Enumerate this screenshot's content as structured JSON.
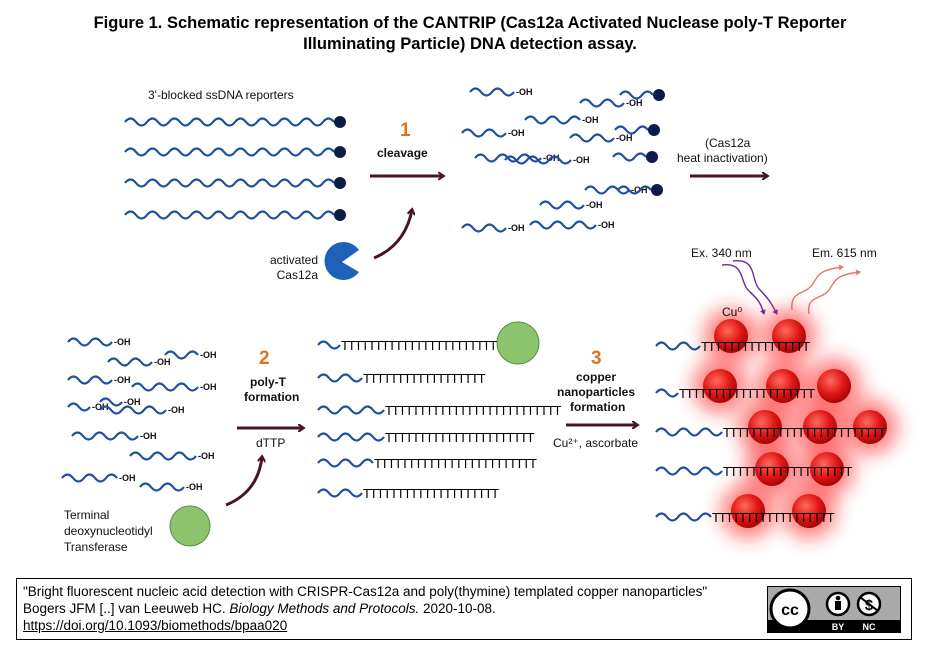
{
  "title": {
    "line1": "Figure 1. Schematic representation of the CANTRIP (Cas12a Activated Nuclease poly-T Reporter",
    "line2": "Illuminating Particle) DNA detection assay."
  },
  "step1": {
    "reporters_label": "3'-blocked ssDNA reporters",
    "number": "1",
    "label": "cleavage",
    "enzyme_line1": "activated",
    "enzyme_line2": "Cas12a",
    "heat_line1": "(Cas12a",
    "heat_line2": "heat inactivation)"
  },
  "oh_label": "-OH",
  "step2": {
    "number": "2",
    "label_line1": "poly-T",
    "label_line2": "formation",
    "reagent": "dTTP",
    "enzyme_line1": "Terminal",
    "enzyme_line2": "deoxynucleotidyl",
    "enzyme_line3": "Transferase",
    "poly_t_strands": [
      "TTTTTTTTTTTTTTTTTTTTTTTT",
      "TTTTTTTTTTTTTTTTTT",
      "TTTTTTTTTTTTTTTTTTTTTTTTTT",
      "TTTTTTTTTTTTTTTTTTTTTT",
      "TTTTTTTTTTTTTTTTTTTTTTTT",
      "TTTTTTTTTTTTTTTTTTTT"
    ]
  },
  "step3": {
    "number": "3",
    "label_line1": "copper",
    "label_line2": "nanoparticles",
    "label_line3": "formation",
    "reagent": "Cu²⁺, ascorbate",
    "excitation": "Ex. 340 nm",
    "emission": "Em. 615 nm",
    "particle": "Cu⁰",
    "poly_t_strands": [
      "TTTTTTTTTTTTTTTT",
      "TTTTTTTTTTTTTTTTTTTT",
      "TTTTTTTTTTTTTTTTTTTTTTTT",
      "TTTTTTTTTTTTTTTTTTT",
      "TTTTTTTTTTTTTTTTTT"
    ]
  },
  "citation": {
    "line1": "\"Bright fluorescent nucleic acid detection with CRISPR-Cas12a and poly(thymine) templated copper nanoparticles\"",
    "authors": "Bogers JFM [..] van Leeuweb HC. ",
    "journal": "Biology Methods and Protocols.",
    "date": " 2020-10-08.",
    "doi": "https://doi.org/10.1093/biomethods/bpaa020",
    "license_cc": "cc",
    "license_by": "BY",
    "license_nc": "NC"
  },
  "colors": {
    "dna": "#1f4f9e",
    "arrow": "#4a1426",
    "step_number": "#e2731c",
    "cas12a": "#1e62b8",
    "tdt": "#8cc56d",
    "particle": "#e01010",
    "excitation": "#6a2aa0",
    "emission": "#f07070"
  }
}
